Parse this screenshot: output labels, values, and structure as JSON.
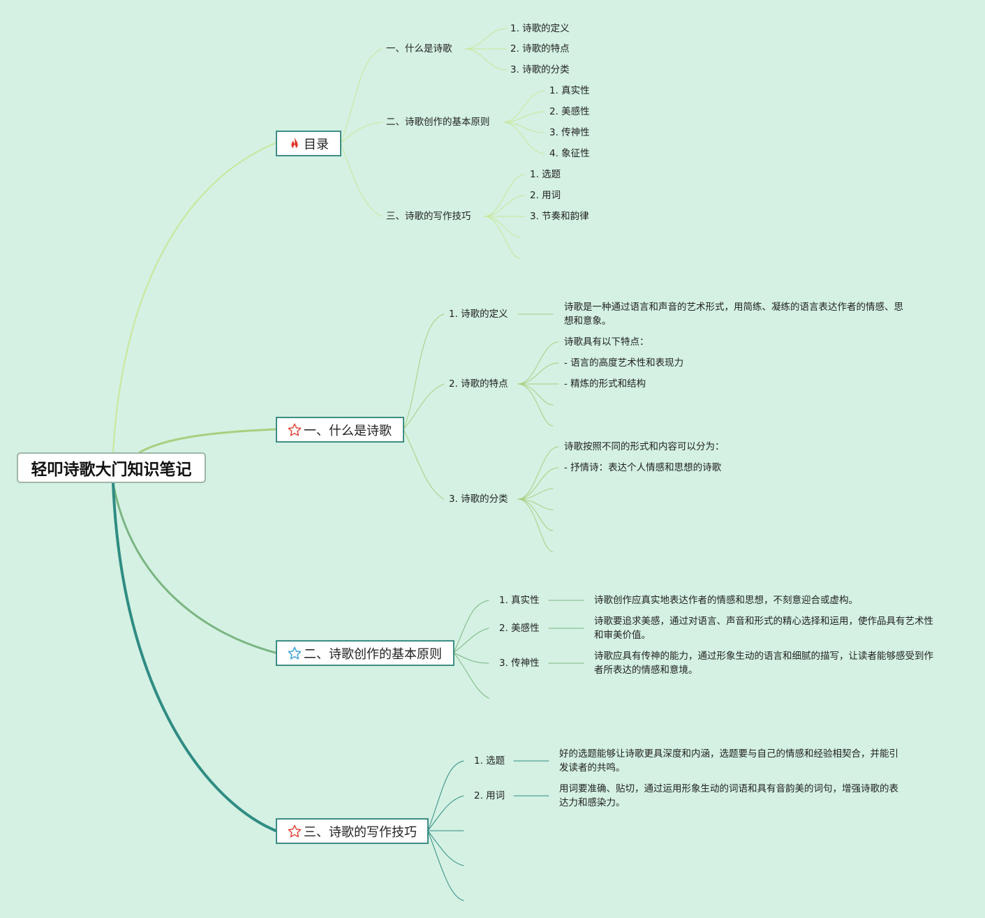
{
  "root": {
    "title": "轻叩诗歌大门知识笔记"
  },
  "toc": {
    "label": "目录",
    "icon": "fire-icon",
    "sections": [
      {
        "label": "一、什么是诗歌",
        "items": [
          "1. 诗歌的定义",
          "2. 诗歌的特点",
          "3. 诗歌的分类"
        ]
      },
      {
        "label": "二、诗歌创作的基本原则",
        "items": [
          "1. 真实性",
          "2. 美感性",
          "3. 传神性",
          "4. 象征性"
        ]
      },
      {
        "label": "三、诗歌的写作技巧",
        "items": [
          "1. 选题",
          "2. 用词",
          "3. 节奏和韵律"
        ]
      }
    ]
  },
  "section1": {
    "label": "一、什么是诗歌",
    "icon": "star-outline-icon",
    "topics": [
      {
        "label": "1. 诗歌的定义",
        "details": [
          "诗歌是一种通过语言和声音的艺术形式，用简练、凝练的语言表达作者的情感、思想和意象。"
        ]
      },
      {
        "label": "2. 诗歌的特点",
        "details": [
          "诗歌具有以下特点：",
          "- 语言的高度艺术性和表现力",
          "- 精炼的形式和结构"
        ]
      },
      {
        "label": "3. 诗歌的分类",
        "details": [
          "诗歌按照不同的形式和内容可以分为：",
          "- 抒情诗：表达个人情感和思想的诗歌"
        ]
      }
    ]
  },
  "section2": {
    "label": "二、诗歌创作的基本原则",
    "icon": "star-outline-icon",
    "topics": [
      {
        "label": "1. 真实性",
        "details": [
          "诗歌创作应真实地表达作者的情感和思想，不刻意迎合或虚构。"
        ]
      },
      {
        "label": "2. 美感性",
        "details": [
          "诗歌要追求美感，通过对语言、声音和形式的精心选择和运用，使作品具有艺术性和审美价值。"
        ]
      },
      {
        "label": "3. 传神性",
        "details": [
          "诗歌应具有传神的能力，通过形象生动的语言和细腻的描写，让读者能够感受到作者所表达的情感和意境。"
        ]
      }
    ]
  },
  "section3": {
    "label": "三、诗歌的写作技巧",
    "icon": "star-outline-icon",
    "topics": [
      {
        "label": "1. 选题",
        "details": [
          "好的选题能够让诗歌更具深度和内涵，选题要与自己的情感和经验相契合，并能引发读者的共鸣。"
        ]
      },
      {
        "label": "2. 用词",
        "details": [
          "用词要准确、贴切，通过运用形象生动的词语和具有音韵美的词句，增强诗歌的表达力和感染力。"
        ]
      }
    ]
  },
  "colors": {
    "background": "#d4f1e3",
    "branch_toc": "#c9e79a",
    "branch_section1": "#a7cf7f",
    "branch_section2": "#7bb582",
    "branch_section3": "#2f8c83",
    "fire": "#e2362b",
    "star_red": "#e0463a",
    "star_blue": "#3aa2d8"
  }
}
